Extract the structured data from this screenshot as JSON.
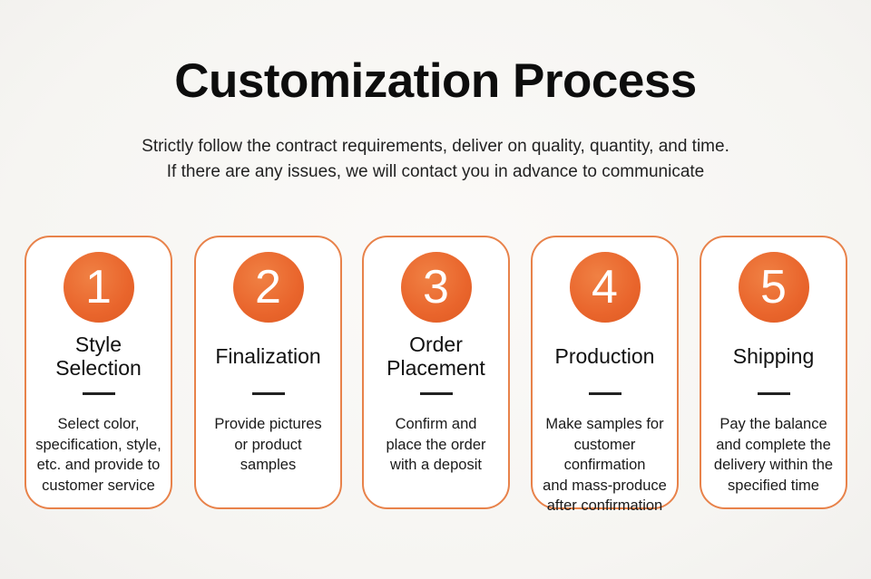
{
  "title": "Customization Process",
  "subtitle": {
    "line1": "Strictly follow the contract requirements, deliver on quality, quantity, and time.",
    "line2": "If there are any issues, we will contact you in advance to communicate"
  },
  "accent_color": "#e9652c",
  "steps": [
    {
      "number": "1",
      "title": "Style\nSelection",
      "description": "Select color,\nspecification, style,\netc. and provide to\ncustomer service"
    },
    {
      "number": "2",
      "title": "Finalization",
      "description": "Provide pictures\nor product\nsamples"
    },
    {
      "number": "3",
      "title": "Order\nPlacement",
      "description": "Confirm and\nplace the order\nwith a deposit"
    },
    {
      "number": "4",
      "title": "Production",
      "description": "Make samples for\ncustomer confirmation\nand mass-produce\nafter confirmation"
    },
    {
      "number": "5",
      "title": "Shipping",
      "description": "Pay the balance\nand complete the\ndelivery within the\nspecified time"
    }
  ]
}
